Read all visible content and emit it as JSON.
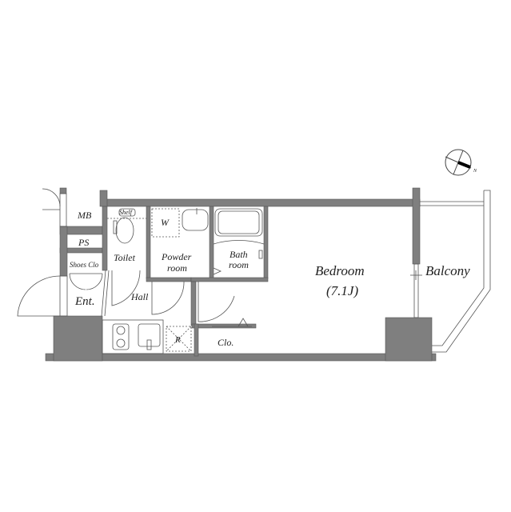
{
  "floor_plan": {
    "rooms": {
      "mb": "MB",
      "ps": "PS",
      "shoes_closet": "Shoes Clo",
      "entrance": "Ent.",
      "toilet": "Toilet",
      "shelf": "Shelf",
      "washer": "W",
      "powder_room_line1": "Powder",
      "powder_room_line2": "room",
      "bath_room_line1": "Bath",
      "bath_room_line2": "room",
      "hall": "Hall",
      "refrigerator": "R",
      "closet": "Clo.",
      "bedroom": "Bedroom",
      "bedroom_size": "(7.1J)",
      "balcony": "Balcony"
    },
    "compass": {
      "north_label": "N"
    },
    "colors": {
      "wall": "#7f7f7f",
      "line": "#444444"
    }
  }
}
